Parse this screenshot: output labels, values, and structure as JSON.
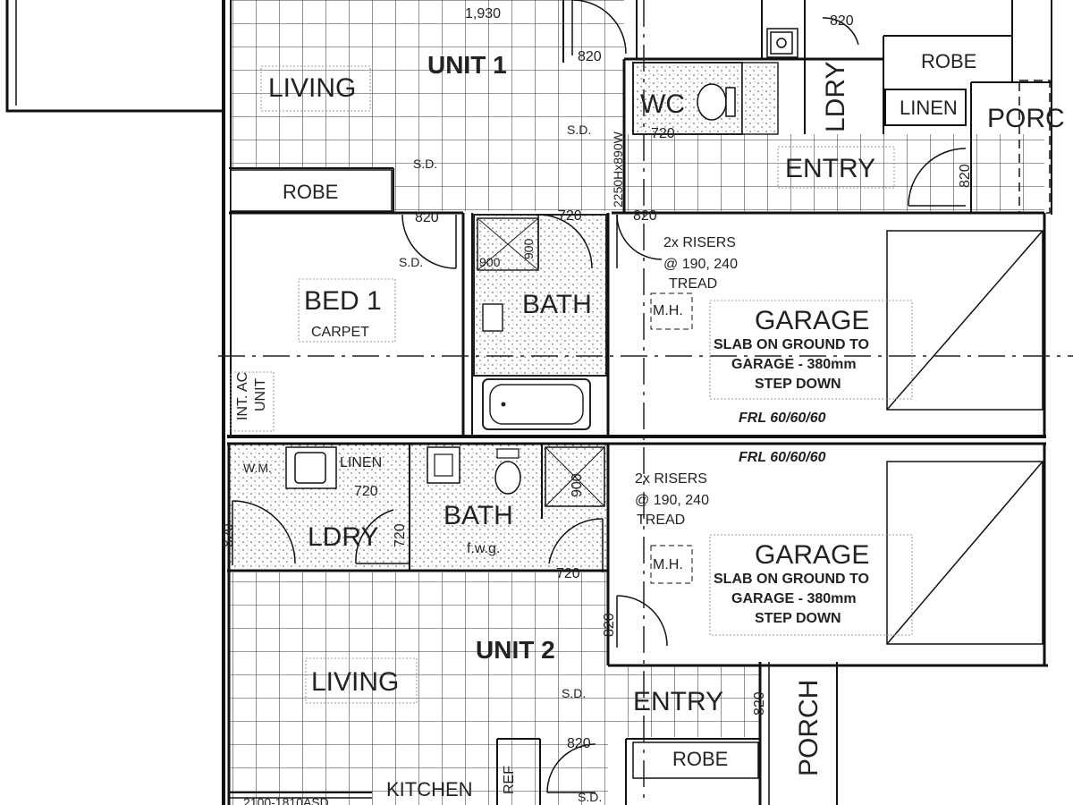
{
  "unit1": {
    "title": "UNIT 1",
    "dim_top": "1,930",
    "living": "LIVING",
    "robe_left": "ROBE",
    "robe_right": "ROBE",
    "linen": "LINEN",
    "porch": "PORC",
    "wc": "WC",
    "ldry": "LDRY",
    "entry": "ENTRY",
    "bed": "BED 1",
    "carpet": "CARPET",
    "bath": "BATH",
    "garage": "GARAGE",
    "slab": [
      "SLAB ON GROUND TO",
      "GARAGE - 380mm",
      "STEP DOWN"
    ],
    "frl": "FRL 60/60/60",
    "risers": [
      "2x RISERS",
      "@ 190, 240",
      "TREAD"
    ],
    "mh": "M.H.",
    "sd": "S.D.",
    "ac": [
      "INT. AC",
      "UNIT"
    ],
    "door_height": "2250Hx890W",
    "dims": [
      "820",
      "820",
      "820",
      "720",
      "820",
      "720",
      "820",
      "900",
      "900"
    ]
  },
  "unit2": {
    "title": "UNIT 2",
    "living": "LIVING",
    "linen": "LINEN",
    "wm": "W.M.",
    "ldry": "LDRY",
    "bath": "BATH",
    "fwg": "f.w.g.",
    "garage": "GARAGE",
    "slab": [
      "SLAB ON GROUND TO",
      "GARAGE - 380mm",
      "STEP DOWN"
    ],
    "frl": "FRL 60/60/60",
    "risers": [
      "2x RISERS",
      "@ 190, 240",
      "TREAD"
    ],
    "mh": "M.H.",
    "entry": "ENTRY",
    "porch": "PORCH",
    "robe": "ROBE",
    "kitchen": "KITCHEN",
    "ref": "REF",
    "sd": "S.D.",
    "window": "2100-1810ASD",
    "dims": [
      "720",
      "820",
      "720",
      "820",
      "820",
      "820",
      "900",
      "720"
    ]
  }
}
